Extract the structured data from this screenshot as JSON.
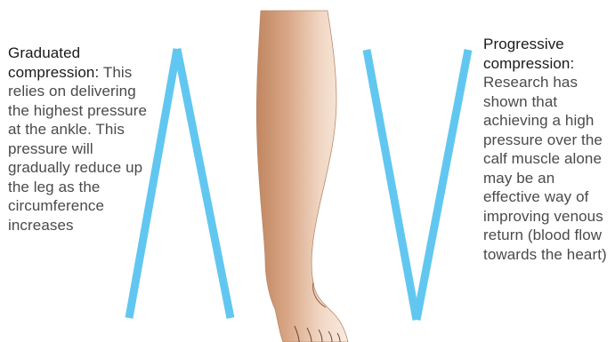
{
  "left_panel": {
    "heading": "Graduated compression",
    "colon": ":",
    "body": "This relies on delivering the highest pressure at the ankle. This pressure will gradually reduce up the leg as the circumference increases"
  },
  "right_panel": {
    "heading": "Progressive compression",
    "colon": ":",
    "body": "Research has shown that achieving a high pressure over the calf muscle alone may be an effective way of improving venous return (blood flow towards the heart)"
  },
  "colors": {
    "pressure_wedge": "#62c7f0",
    "skin_light": "#f6e2d2",
    "skin_dark": "#c98f66",
    "skin_outline": "#8a5a3c"
  },
  "icons": {
    "graduated_wedge": "wedge-narrow-top-icon",
    "progressive_wedge": "wedge-narrow-bottom-icon",
    "leg": "leg-illustration"
  }
}
